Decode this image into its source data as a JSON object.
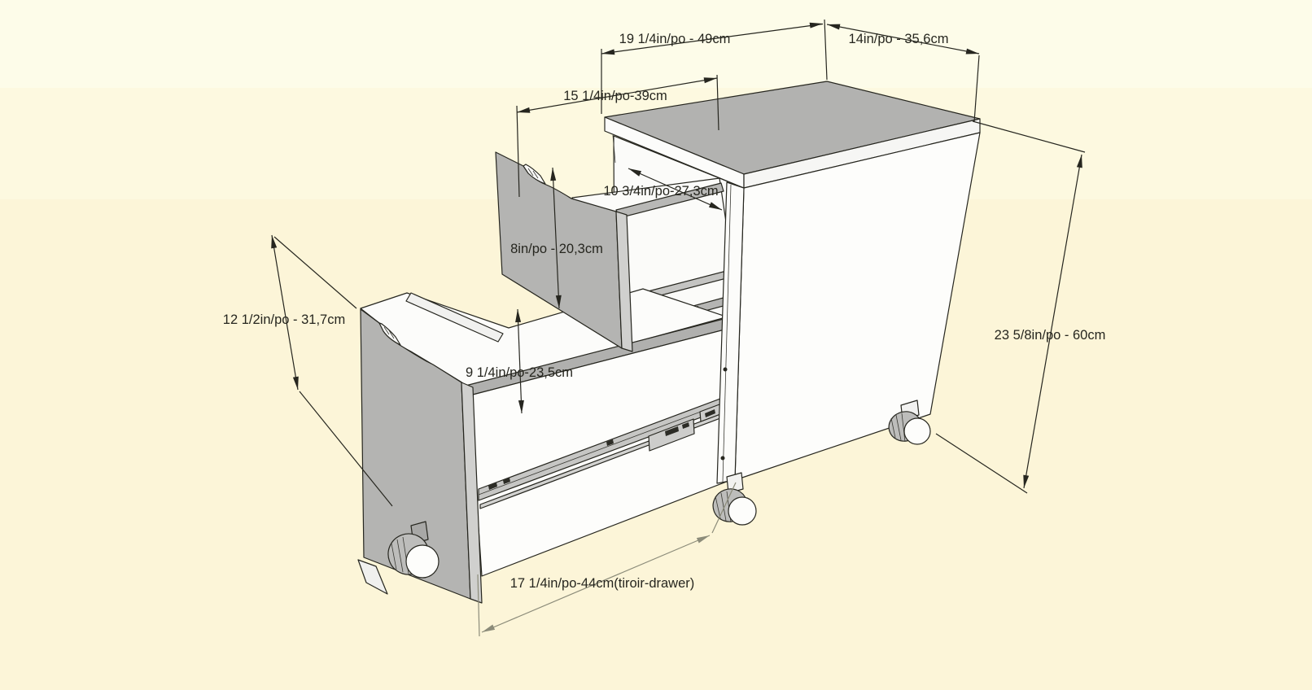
{
  "diagram": {
    "kind": "furniture dimension drawing",
    "subject": "two-drawer mobile file cabinet with casters, drawers extended",
    "dimensions": {
      "top_depth": {
        "label": "19 1/4in/po - 49cm"
      },
      "top_width": {
        "label": "14in/po - 35,6cm"
      },
      "drawer_extension": {
        "label": "15 1/4in/po-39cm"
      },
      "top_drawer_inner_width": {
        "label": "10 3/4in/po-27,3cm"
      },
      "top_drawer_front_height": {
        "label": "8in/po - 20,3cm"
      },
      "bottom_drawer_front_height": {
        "label": "12 1/2in/po - 31,7cm"
      },
      "bottom_drawer_inner_height": {
        "label": "9 1/4in/po-23,5cm"
      },
      "cabinet_height": {
        "label": "23 5/8in/po - 60cm"
      },
      "drawer_depth": {
        "label": "17 1/4in/po-44cm(tiroir-drawer)"
      }
    },
    "colors": {
      "background_top": "#fdfce9",
      "background_mid": "#fdf9e0",
      "background_bottom": "#fcf5d8",
      "surface_gray": "#b2b2b0",
      "front_panel_gray": "#b4b4b2",
      "edge_light": "#d0d0ce",
      "panel_white": "#fdfdfb",
      "outline": "#26261f",
      "dim_line": "#26261f",
      "dim_line_gray": "#8c8c7a"
    }
  }
}
